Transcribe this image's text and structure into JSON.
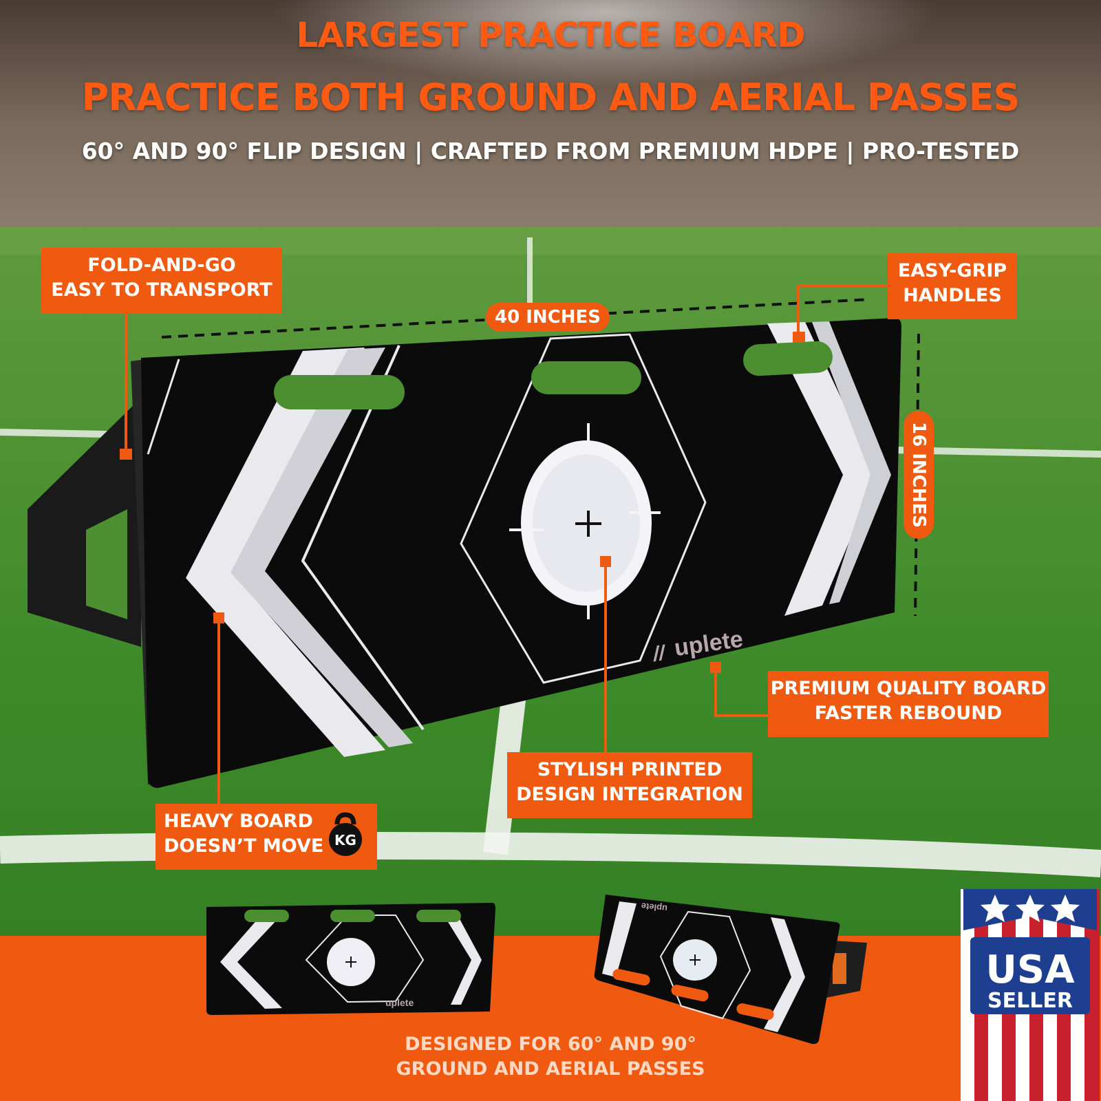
{
  "headline": {
    "line1": "LARGEST PRACTICE BOARD",
    "line2": "PRACTICE BOTH GROUND AND AERIAL PASSES",
    "subline": "60° AND 90° FLIP DESIGN | CRAFTED FROM PREMIUM HDPE | PRO-TESTED"
  },
  "callouts": {
    "fold": [
      "FOLD-AND-GO",
      "EASY TO TRANSPORT"
    ],
    "grip": [
      "EASY-GRIP",
      "HANDLES"
    ],
    "premium": [
      "PREMIUM QUALITY BOARD",
      "FASTER REBOUND"
    ],
    "stylish": [
      "STYLISH PRINTED",
      "DESIGN INTEGRATION"
    ],
    "heavy": [
      "HEAVY BOARD",
      "DOESN’T MOVE"
    ]
  },
  "dimensions": {
    "width": "40 INCHES",
    "height": "16 INCHES"
  },
  "board": {
    "brand": "uplete",
    "brand_mark": "//"
  },
  "weight_icon_label": "KG",
  "bottom": {
    "lines": [
      "DESIGNED FOR 60° AND 90°",
      "GROUND AND AERIAL PASSES"
    ]
  },
  "badge": {
    "line1": "USA",
    "line2": "SELLER"
  },
  "colors": {
    "accent": "#f05a10",
    "headline": "#ff5a12",
    "grass": "#3f8a2a",
    "board": "#0b0b0b",
    "badge_blue": "#1e3f8f",
    "badge_red": "#c8202c"
  }
}
